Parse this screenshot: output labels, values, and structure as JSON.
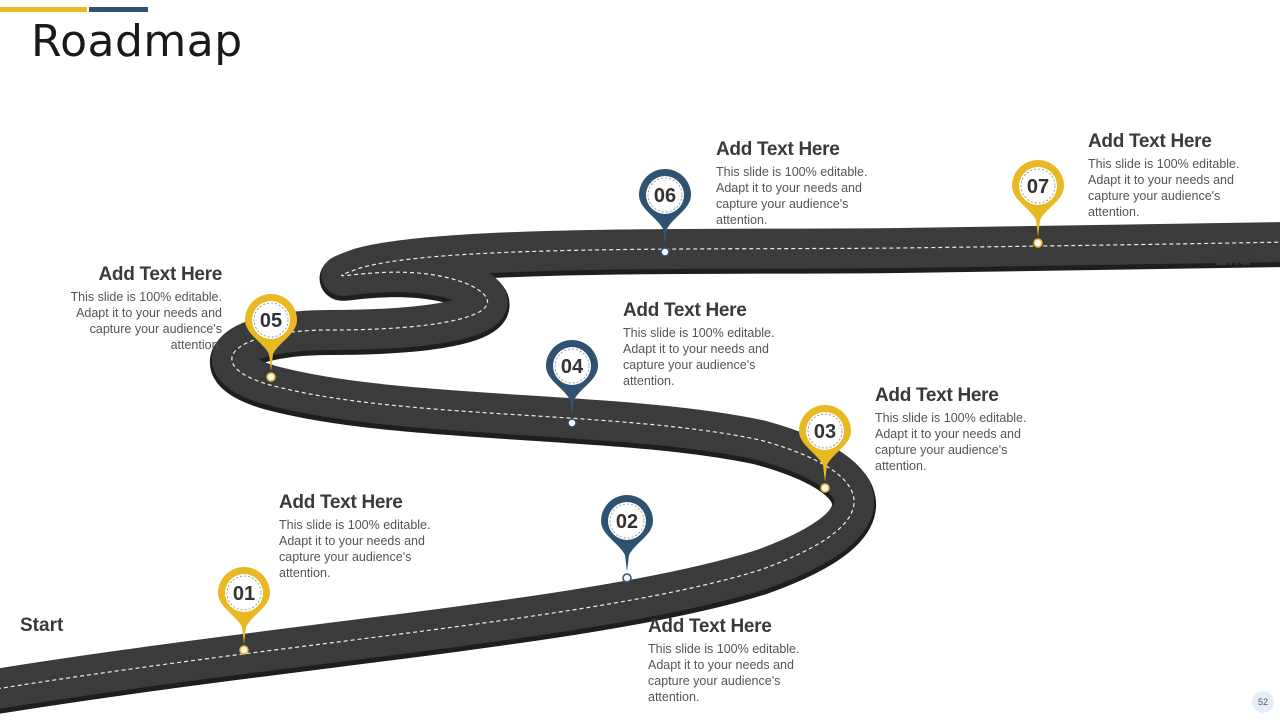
{
  "slide": {
    "title": "Roadmap",
    "start_label": "Start",
    "end_label": "End",
    "page_number": "52",
    "colors": {
      "gold": "#E8B923",
      "navy": "#2F5273",
      "road": "#3a3a3a",
      "road_edge": "#1e1e1e"
    }
  },
  "milestones": [
    {
      "num": "01",
      "heading": "Add Text Here",
      "text": "This slide is 100% editable. Adapt it to your needs and capture your audience's attention."
    },
    {
      "num": "02",
      "heading": "Add Text Here",
      "text": "This slide is 100% editable. Adapt it to your needs and capture your audience's attention."
    },
    {
      "num": "03",
      "heading": "Add Text Here",
      "text": "This slide is 100% editable. Adapt it to your needs and capture your audience's attention."
    },
    {
      "num": "04",
      "heading": "Add Text Here",
      "text": "This slide is 100% editable. Adapt it to your needs and capture your audience's attention."
    },
    {
      "num": "05",
      "heading": "Add Text Here",
      "text": "This slide is 100% editable. Adapt it to your needs and capture your audience's attention."
    },
    {
      "num": "06",
      "heading": "Add Text Here",
      "text": "This slide is 100% editable. Adapt it to your needs and capture your audience's attention."
    },
    {
      "num": "07",
      "heading": "Add Text Here",
      "text": "This slide is 100% editable. Adapt it to your needs and capture your audience's attention."
    }
  ]
}
